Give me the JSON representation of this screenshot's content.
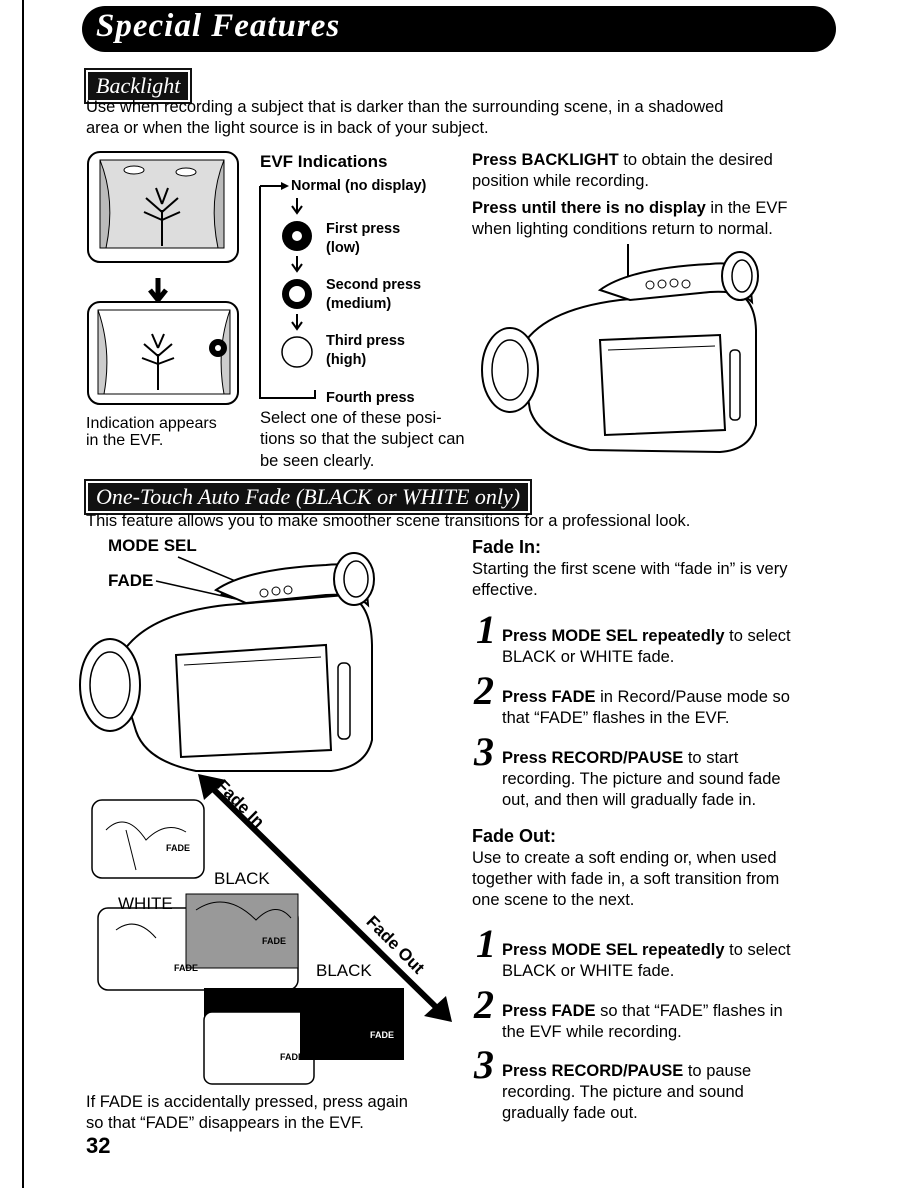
{
  "page": {
    "title": "Special Features",
    "page_number": "32"
  },
  "backlight": {
    "heading": "Backlight",
    "intro_line1": "Use when recording a subject that is darker than the surrounding scene, in a shadowed",
    "intro_line2": "area or when the light source is in back of your subject.",
    "evf_title": "EVF Indications",
    "normal": "Normal (no display)",
    "first_press": "First press",
    "first_level": "(low)",
    "second_press": "Second press",
    "second_level": "(medium)",
    "third_press": "Third press",
    "third_level": "(high)",
    "fourth_press": "Fourth press",
    "select_line1": "Select one of these posi-",
    "select_line2": "tions so that the subject can",
    "select_line3": "be seen clearly.",
    "indication_line1": "Indication appears",
    "indication_line2": "in the EVF.",
    "press_bold": "Press BACKLIGHT",
    "press_rest": " to obtain the desired",
    "press_line2": "position while recording.",
    "until_bold": "Press until there is no display",
    "until_rest": " in the EVF",
    "until_line2": "when lighting conditions return to normal."
  },
  "fade": {
    "heading": "One-Touch Auto Fade (BLACK or WHITE only)",
    "intro": "This feature allows you to make smoother scene transitions for a professional look.",
    "mode_sel_label": "MODE SEL",
    "fade_label": "FADE",
    "fade_in_arrow": "Fade In",
    "fade_out_arrow": "Fade Out",
    "black_1": "BLACK",
    "white_1": "WHITE",
    "black_2": "BLACK",
    "white_2": "WHITE",
    "fade_tag": "FADE",
    "note_line1": "If FADE is accidentally pressed, press again",
    "note_line2": "so that “FADE” disappears in the EVF.",
    "fade_in": {
      "title": "Fade In:",
      "desc_line1": "Starting the first scene with “fade in” is very",
      "desc_line2": "effective.",
      "steps": [
        {
          "num": "1",
          "bold": "Press MODE SEL repeatedly",
          "rest": " to select",
          "line2": "BLACK or WHITE fade.",
          "line3": ""
        },
        {
          "num": "2",
          "bold": "Press FADE",
          "rest": " in Record/Pause mode so",
          "line2": "that “FADE” flashes in the EVF.",
          "line3": ""
        },
        {
          "num": "3",
          "bold": "Press RECORD/PAUSE",
          "rest": " to start",
          "line2": "recording. The picture and sound fade",
          "line3": "out, and then will gradually fade in."
        }
      ]
    },
    "fade_out": {
      "title": "Fade Out:",
      "desc_line1": "Use to create a soft ending or, when used",
      "desc_line2": "together with fade in, a soft transition from",
      "desc_line3": "one scene to the next.",
      "steps": [
        {
          "num": "1",
          "bold": "Press MODE SEL repeatedly",
          "rest": " to select",
          "line2": "BLACK or WHITE fade.",
          "line3": ""
        },
        {
          "num": "2",
          "bold": "Press FADE",
          "rest": " so that “FADE” flashes in",
          "line2": "the EVF while recording.",
          "line3": ""
        },
        {
          "num": "3",
          "bold": "Press RECORD/PAUSE",
          "rest": " to pause",
          "line2": "recording. The picture and sound",
          "line3": "gradually fade out."
        }
      ]
    }
  }
}
